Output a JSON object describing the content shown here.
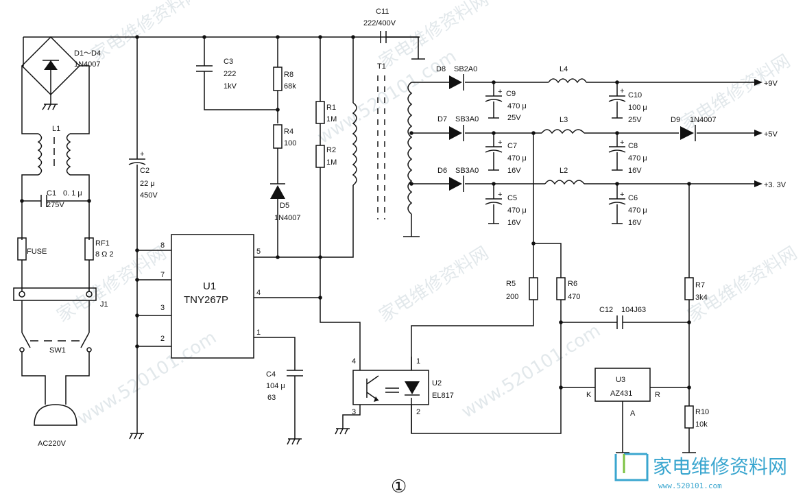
{
  "diagram": {
    "figure_number": "①",
    "input": {
      "source": "AC220V",
      "switch": "SW1",
      "connector": "J1"
    },
    "bridge": {
      "ref": "D1～D4",
      "value": "1N4007"
    },
    "filter_choke": {
      "ref": "L1"
    },
    "c1": {
      "ref": "C1",
      "value": "0. 1 μ",
      "rating": "275V"
    },
    "fuse": {
      "label": "FUSE"
    },
    "rf1": {
      "ref": "RF1",
      "value": "8 Ω 2"
    },
    "c2": {
      "ref": "C2",
      "value": "22 μ",
      "rating": "450V"
    },
    "c3": {
      "ref": "C3",
      "value": "222",
      "rating": "1kV"
    },
    "r8": {
      "ref": "R8",
      "value": "68k"
    },
    "r4": {
      "ref": "R4",
      "value": "100"
    },
    "d5": {
      "ref": "D5",
      "value": "1N4007"
    },
    "r1": {
      "ref": "R1",
      "value": "1M"
    },
    "r2": {
      "ref": "R2",
      "value": "1M"
    },
    "c11": {
      "ref": "C11",
      "value": "222/400V"
    },
    "t1": {
      "ref": "T1"
    },
    "u1": {
      "ref": "U1",
      "part": "TNY267P",
      "pins": [
        "8",
        "7",
        "3",
        "2",
        "5",
        "4",
        "1"
      ]
    },
    "c4": {
      "ref": "C4",
      "value": "104 μ",
      "rating": "63"
    },
    "d8": {
      "ref": "D8",
      "value": "SB2A0"
    },
    "d7": {
      "ref": "D7",
      "value": "SB3A0"
    },
    "d6": {
      "ref": "D6",
      "value": "SB3A0"
    },
    "c9": {
      "ref": "C9",
      "value": "470 μ",
      "rating": "25V"
    },
    "c7": {
      "ref": "C7",
      "value": "470 μ",
      "rating": "16V"
    },
    "c5": {
      "ref": "C5",
      "value": "470 μ",
      "rating": "16V"
    },
    "l4": {
      "ref": "L4"
    },
    "l3": {
      "ref": "L3"
    },
    "l2": {
      "ref": "L2"
    },
    "c10": {
      "ref": "C10",
      "value": "100 μ",
      "rating": "25V"
    },
    "c8": {
      "ref": "C8",
      "value": "470 μ",
      "rating": "16V"
    },
    "c6": {
      "ref": "C6",
      "value": "470 μ",
      "rating": "16V"
    },
    "d9": {
      "ref": "D9",
      "value": "1N4007"
    },
    "outputs": {
      "v9": "+9V",
      "v5": "+5V",
      "v33": "+3. 3V"
    },
    "r5": {
      "ref": "R5",
      "value": "200"
    },
    "r6": {
      "ref": "R6",
      "value": "470"
    },
    "r7": {
      "ref": "R7",
      "value": "3k4"
    },
    "r10": {
      "ref": "R10",
      "value": "10k"
    },
    "c12": {
      "ref": "C12",
      "value": "104J63"
    },
    "u2": {
      "ref": "U2",
      "part": "EL817",
      "pins": [
        "4",
        "1",
        "3",
        "2"
      ]
    },
    "u3": {
      "ref": "U3",
      "part": "AZ431",
      "pin_k": "K",
      "pin_r": "R",
      "pin_a": "A"
    }
  },
  "watermark": {
    "text_cn": "家电维修资料网",
    "text_url": "www.520101.com"
  },
  "logo": {
    "title": "家电维修资料网",
    "url": "www.520101.com"
  }
}
